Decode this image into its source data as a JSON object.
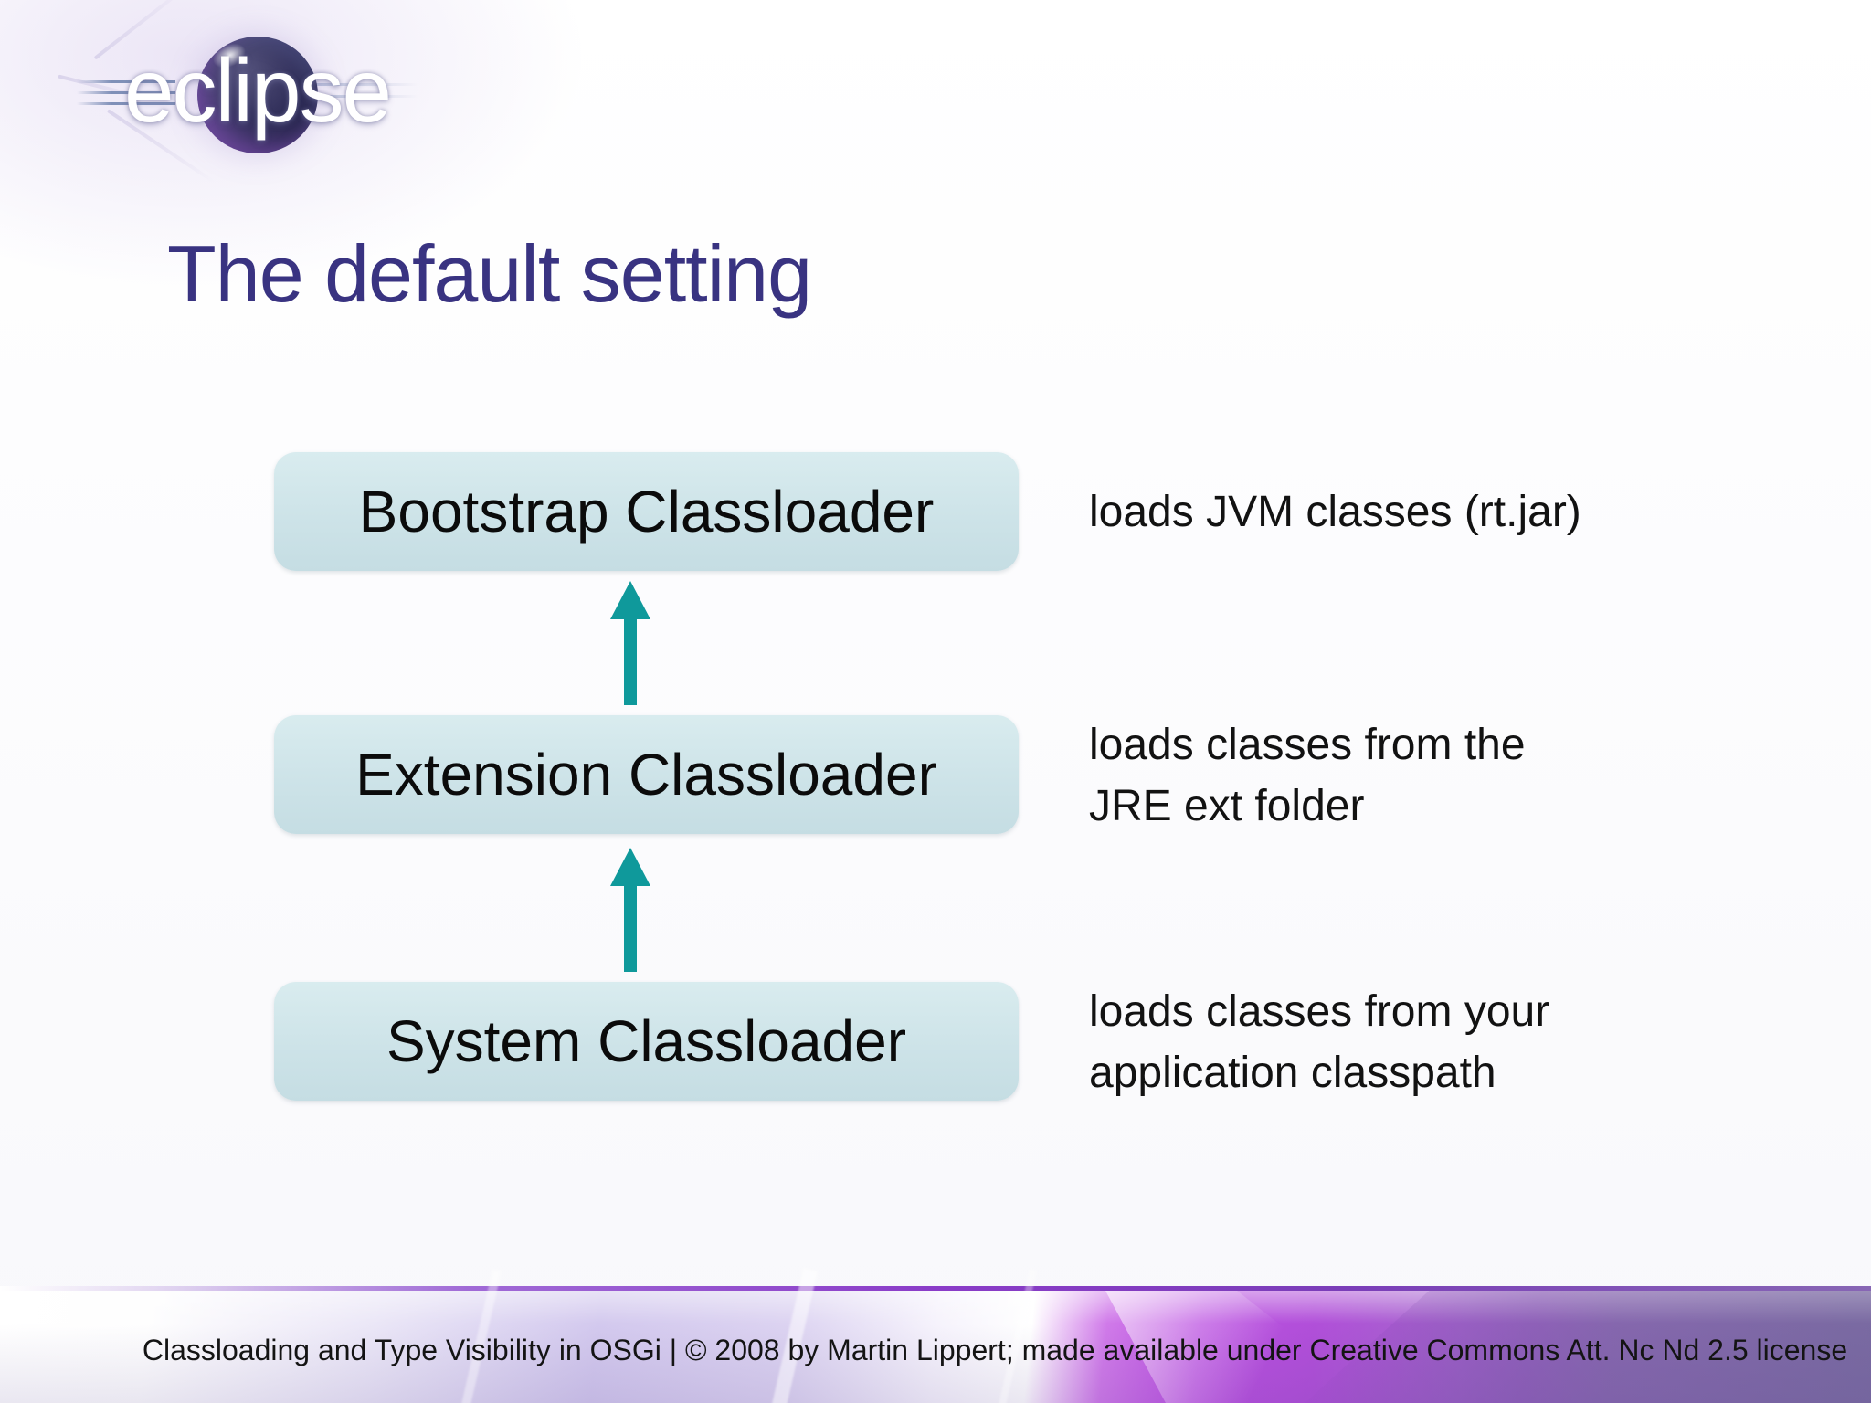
{
  "logo": {
    "wordmark": "eclipse"
  },
  "slide": {
    "title": "The default setting"
  },
  "diagram": {
    "boxes": [
      {
        "label": "Bootstrap Classloader",
        "desc_line1": "loads JVM classes (rt.jar)",
        "desc_line2": ""
      },
      {
        "label": "Extension Classloader",
        "desc_line1": "loads classes from the",
        "desc_line2": "JRE ext folder"
      },
      {
        "label": "System Classloader",
        "desc_line1": "loads classes from your",
        "desc_line2": "application classpath"
      }
    ]
  },
  "footer": {
    "text": "Classloading and Type Visibility in OSGi | © 2008 by Martin Lippert; made available under Creative Commons Att. Nc Nd 2.5 license"
  },
  "colors": {
    "accent_teal": "#0f999b",
    "box_fill": "#cfe3e8",
    "title": "#393381",
    "footer_purple": "#b44edd",
    "logo_sphere": "#232248"
  }
}
